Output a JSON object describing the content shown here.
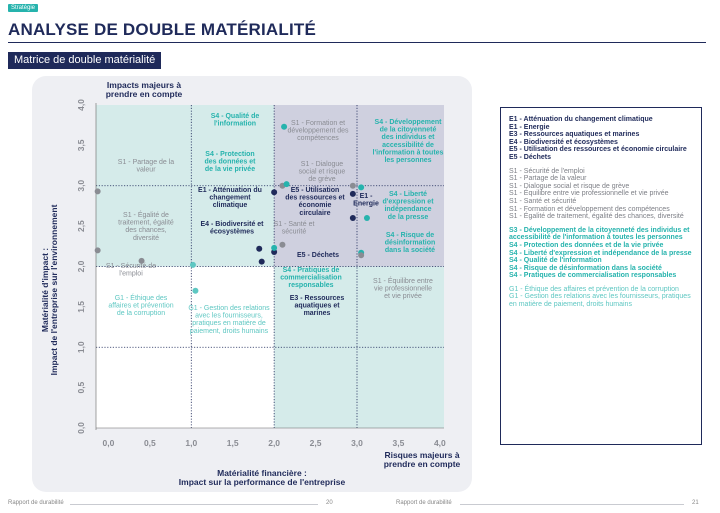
{
  "page": {
    "tag": "Stratégie",
    "title": "ANALYSE DE DOUBLE MATÉRIALITÉ",
    "subtitle": "Matrice de double matérialité",
    "footer_left": "Rapport de durabilité",
    "footer_left_page": "20",
    "footer_right": "Rapport de durabilité",
    "footer_right_page": "21"
  },
  "colors": {
    "navy": "#1f2a5a",
    "teal": "#26b3ad",
    "light_teal": "#5ec7c2",
    "gray": "#8a8c93",
    "quad_low_low": "#ffffff",
    "quad_teal": "#d5ebea",
    "quad_high_high": "#cfd0df"
  },
  "chart_data": {
    "type": "scatter",
    "top_label": [
      "Impacts majeurs à",
      "prendre en compte"
    ],
    "corner_label": [
      "Risques majeurs à",
      "prendre en compte"
    ],
    "xlabel": [
      "Matérialité financière :",
      "Impact sur la performance de l'entreprise"
    ],
    "ylabel": [
      "Matérialité d'impact :",
      "Impact de l'entreprise sur l'environnement"
    ],
    "xlim": [
      -0.15,
      4.05
    ],
    "ylim": [
      0.0,
      4.0
    ],
    "x_ticks": [
      "0,0",
      "0,5",
      "1,0",
      "1,5",
      "2,0",
      "2,5",
      "3,0",
      "3,5",
      "4,0"
    ],
    "y_ticks": [
      "0,0",
      "0,5",
      "1,0",
      "1,5",
      "2,0",
      "2,5",
      "3,0",
      "3,5",
      "4,0"
    ],
    "threshold_x": [
      1.0,
      2.0,
      3.0
    ],
    "threshold_y": [
      1.0,
      2.0,
      3.0
    ],
    "points": [
      {
        "label": "S4 - Qualité de l'information",
        "x": 2.12,
        "y": 3.73,
        "group": "social4"
      },
      {
        "label": "S1 - Formation et développement des compétences",
        "x": 2.1,
        "y": 3.0,
        "group": "social1"
      },
      {
        "label": "S4 - Développement de la citoyenneté des individus et accessibilité de l'information à toutes les personnes",
        "x": 3.05,
        "y": 2.98,
        "group": "social4"
      },
      {
        "label": "S1 - Partage de la valeur",
        "x": -0.13,
        "y": 2.93,
        "group": "social1"
      },
      {
        "label": "S4 - Protection des données et de la vie privée",
        "x": 2.15,
        "y": 3.02,
        "group": "social4"
      },
      {
        "label": "S1 - Dialogue social et risque de grève",
        "x": 2.95,
        "y": 3.0,
        "group": "social1"
      },
      {
        "label": "E1 - Atténuation du changement climatique",
        "x": 2.0,
        "y": 2.92,
        "group": "env"
      },
      {
        "label": "E5 - Utilisation des ressources et économie circulaire",
        "x": 2.95,
        "y": 2.6,
        "group": "env"
      },
      {
        "label": "E1 - Energie",
        "x": 2.95,
        "y": 2.9,
        "group": "env"
      },
      {
        "label": "S4 - Liberté d'expression et indépendance de la presse",
        "x": 3.12,
        "y": 2.6,
        "group": "social4"
      },
      {
        "label": "S1 - Égalité de traitement, égalité des chances, diversité",
        "x": -0.13,
        "y": 2.2,
        "group": "social1"
      },
      {
        "label": "E4 - Biodiversité et écosystèmes",
        "x": 1.82,
        "y": 2.22,
        "group": "env"
      },
      {
        "label": "S1 - Santé et sécurité",
        "x": 2.1,
        "y": 2.27,
        "group": "social1"
      },
      {
        "label": "S4 - Risque de désinformation dans la société",
        "x": 3.05,
        "y": 2.17,
        "group": "social4"
      },
      {
        "label": "E5 - Déchets",
        "x": 2.0,
        "y": 2.18,
        "group": "env"
      },
      {
        "label": "S4 - Pratiques de commercialisation responsables",
        "x": 2.0,
        "y": 2.23,
        "group": "social4"
      },
      {
        "label": "S1 - Sécurité de l'emploi",
        "x": 0.4,
        "y": 2.07,
        "group": "social1"
      },
      {
        "label": "E3 - Ressources aquatiques et marines",
        "x": 1.85,
        "y": 2.06,
        "group": "env"
      },
      {
        "label": "S1 - Équilibre entre vie professionnelle et vie privée",
        "x": 3.05,
        "y": 2.14,
        "group": "social1"
      },
      {
        "label": "G1 - Éthique des affaires et prévention de la corruption",
        "x": 1.02,
        "y": 2.02,
        "group": "gov"
      },
      {
        "label": "G1 - Gestion des relations avec les fournisseurs, pratiques en matière de paiement, droits humains",
        "x": 1.05,
        "y": 1.7,
        "group": "gov"
      }
    ],
    "annotations": [
      {
        "lines": [
          "S4 - Qualité de",
          "l'information"
        ],
        "group": "social4"
      },
      {
        "lines": [
          "S1 - Formation et",
          "développement des",
          "compétences"
        ],
        "group": "social1"
      },
      {
        "lines": [
          "S4 - Développement",
          "de la citoyenneté",
          "des individus et",
          "accessibilité de",
          "l'information à toutes",
          "les personnes"
        ],
        "group": "social4"
      },
      {
        "lines": [
          "S1 - Partage de la",
          "valeur"
        ],
        "group": "social1"
      },
      {
        "lines": [
          "S4 - Protection",
          "des données et",
          "de la vie privée"
        ],
        "group": "social4"
      },
      {
        "lines": [
          "S1 - Dialogue",
          "social et risque",
          "de grève"
        ],
        "group": "social1"
      },
      {
        "lines": [
          "E1 - Atténuation du",
          "changement",
          "climatique"
        ],
        "group": "env"
      },
      {
        "lines": [
          "E5 - Utilisation",
          "des ressources et",
          "économie",
          "circulaire"
        ],
        "group": "env"
      },
      {
        "lines": [
          "E1 -",
          "Energie"
        ],
        "group": "env"
      },
      {
        "lines": [
          "S4 - Liberté",
          "d'expression et",
          "indépendance",
          "de la presse"
        ],
        "group": "social4"
      },
      {
        "lines": [
          "S1 - Égalité de",
          "traitement, égalité",
          "des chances,",
          "diversité"
        ],
        "group": "social1"
      },
      {
        "lines": [
          "E4 - Biodiversité et",
          "écosystèmes"
        ],
        "group": "env"
      },
      {
        "lines": [
          "S1 - Santé et",
          "sécurité"
        ],
        "group": "social1"
      },
      {
        "lines": [
          "S4 - Risque de",
          "désinformation",
          "dans la société"
        ],
        "group": "social4"
      },
      {
        "lines": [
          "E5 - Déchets"
        ],
        "group": "env"
      },
      {
        "lines": [
          "S4 - Pratiques de",
          "commercialisation",
          "responsables"
        ],
        "group": "social4"
      },
      {
        "lines": [
          "S1 - Sécurité de",
          "l'emploi"
        ],
        "group": "social1"
      },
      {
        "lines": [
          "E3 - Ressources",
          "aquatiques et",
          "marines"
        ],
        "group": "env"
      },
      {
        "lines": [
          "S1 - Équilibre entre",
          "vie professionnelle",
          "et vie privée"
        ],
        "group": "social1"
      },
      {
        "lines": [
          "G1 - Éthique des",
          "affaires et prévention",
          "de la corruption"
        ],
        "group": "gov"
      },
      {
        "lines": [
          "G1 - Gestion des relations",
          "avec les fournisseurs,",
          "pratiques en matière de",
          "paiement, droits humains"
        ],
        "group": "gov"
      }
    ]
  },
  "legend": {
    "groups": [
      {
        "style": "navy",
        "items": [
          "E1 - Atténuation du changement climatique",
          "E1 - Energie",
          "E3 - Ressources aquatiques et marines",
          "E4 - Biodiversité et écosystèmes",
          "E5 - Utilisation des ressources et économie circulaire",
          "E5 - Déchets"
        ]
      },
      {
        "style": "gray",
        "items": [
          "S1 - Sécurité de l'emploi",
          "S1 - Partage de la valeur",
          "S1 - Dialogue social et risque de grève",
          "S1 - Équilibre entre vie professionnelle et vie privée",
          "S1 - Santé et sécurité",
          "S1 - Formation et développement des compétences",
          "S1 - Égalité de traitement, égalité des chances, diversité"
        ]
      },
      {
        "style": "teal",
        "items": [
          "S3 - Développement de la citoyenneté des individus et accessibilité de l'information à toutes les personnes",
          "S4 - Protection des données et de la vie privée",
          "S4 - Liberté d'expression et indépendance de la presse",
          "S4 - Qualité de l'information",
          "S4 - Risque de désinformation dans la société",
          "S4 - Pratiques de commercialisation responsables"
        ]
      },
      {
        "style": "lteal",
        "items": [
          "G1 - Éthique des affaires et prévention de la corruption",
          "G1 - Gestion des relations avec les fournisseurs, pratiques en matière de paiement, droits humains"
        ]
      }
    ]
  }
}
